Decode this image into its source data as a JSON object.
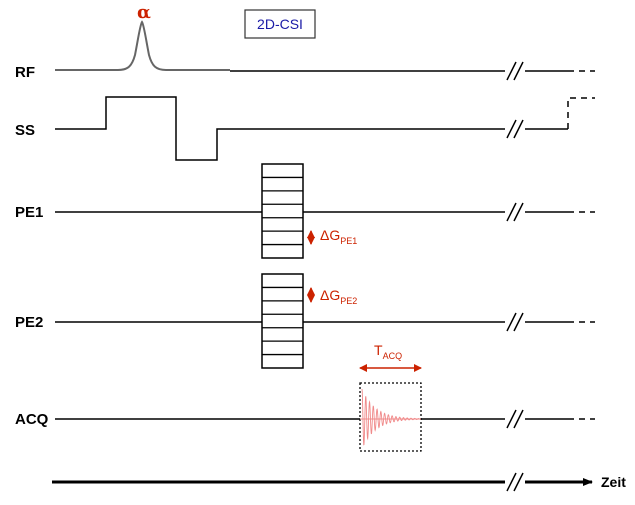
{
  "title_box": "2D-CSI",
  "flip_angle_symbol": "α",
  "rows": {
    "rf": "RF",
    "ss": "SS",
    "pe1": "PE1",
    "pe2": "PE2",
    "acq": "ACQ"
  },
  "annotations": {
    "delta_symbol": "Δ",
    "g_letter": "G",
    "pe1_sub": "PE1",
    "pe2_sub": "PE2",
    "t_letter": "T",
    "acq_sub": "ACQ"
  },
  "time_axis_label": "Zeit",
  "colors": {
    "accent_red": "#cc2200",
    "title_blue": "#1a1aa6",
    "fid_pink": "#f08a8a"
  }
}
